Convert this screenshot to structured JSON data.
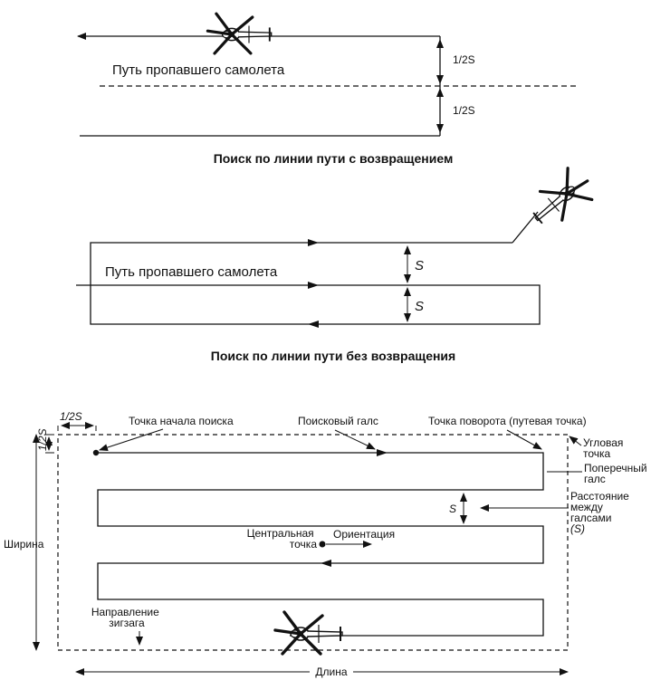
{
  "diagram1": {
    "track_label": "Путь пропавшего самолета",
    "half_s_top": "1/2S",
    "half_s_bottom": "1/2S",
    "caption": "Поиск по линии пути с возвращением"
  },
  "diagram2": {
    "track_label": "Путь пропавшего самолета",
    "s_top": "S",
    "s_bottom": "S",
    "caption": "Поиск по линии пути без возвращения"
  },
  "diagram3": {
    "half_s_horizontal": "1/2S",
    "half_s_vertical": "1/2S",
    "start_point": "Точка начала поиска",
    "search_leg": "Поисковый галс",
    "turn_point": "Точка поворота (путевая точка)",
    "corner_point": [
      "Угловая",
      "точка"
    ],
    "cross_leg": [
      "Поперечный",
      "галс"
    ],
    "leg_spacing": [
      "Расстояние",
      "между",
      "галсами",
      "(S)"
    ],
    "s_label": "S",
    "center_point": [
      "Центральная",
      "точка"
    ],
    "orientation": "Ориентация",
    "width": "Ширина",
    "zigzag_direction": [
      "Направление",
      "зигзага"
    ],
    "length": "Длина"
  }
}
